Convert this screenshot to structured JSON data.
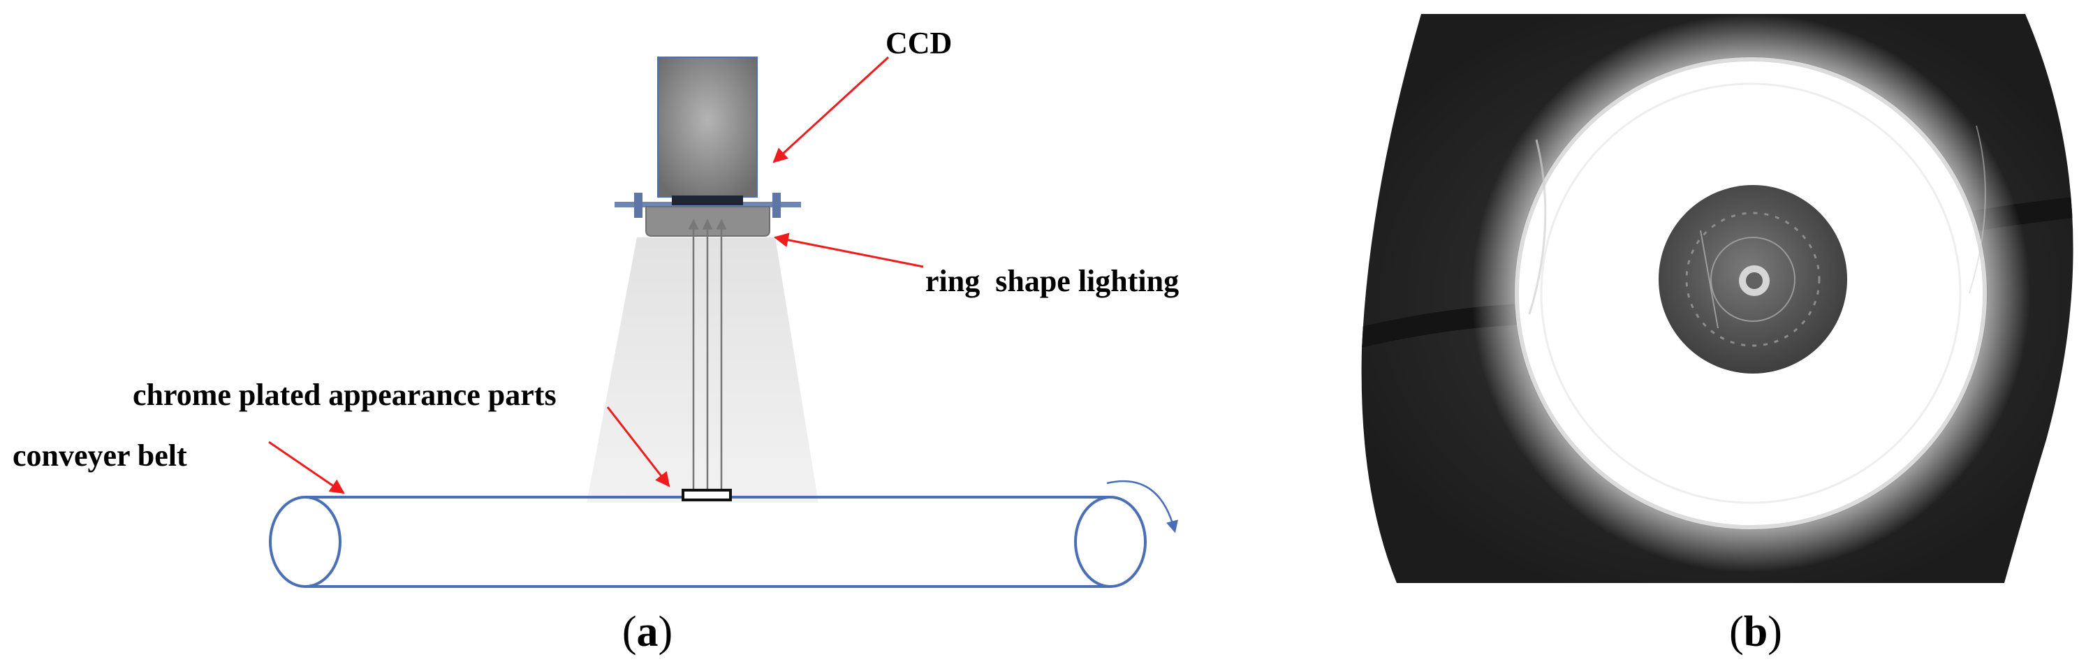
{
  "figure": {
    "panel_a": {
      "label_open": "(",
      "label_letter": "a",
      "label_close": ")",
      "labels": {
        "ccd": "CCD",
        "ring_lighting": "ring  shape lighting",
        "parts": "chrome plated appearance parts",
        "conveyer": "conveyer belt"
      }
    },
    "panel_b": {
      "label_open": "(",
      "label_letter": "b",
      "label_close": ")"
    },
    "colors": {
      "arrow_red": "#ee1c1c",
      "belt_blue": "#4a6fb5",
      "camera_gray": "#8e8e8e",
      "light_cone": "#eeeeee",
      "photo_background": "#2b2b2b"
    }
  }
}
